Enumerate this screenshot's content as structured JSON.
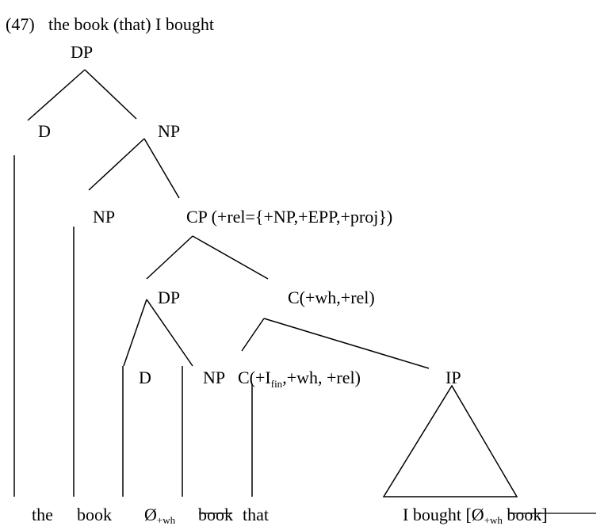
{
  "example": {
    "number": "(47)",
    "phrase": "the book (that) I bought"
  },
  "nodes": {
    "dp_root": "DP",
    "d_top": "D",
    "np_top": "NP",
    "np_head": "NP",
    "cp": "CP (+rel={+NP,+EPP,+proj})",
    "dp_rel": "DP",
    "c_bar": "C(+wh,+rel)",
    "d_rel": "D",
    "np_rel": "NP",
    "c_head_prefix": "C(+I",
    "c_head_sub": "fin",
    "c_head_suffix": ",+wh, +rel)",
    "ip": "IP"
  },
  "words": {
    "the": "the",
    "book": "book",
    "null_op": "Ø",
    "null_op_sub": "+wh",
    "book_deleted": "book",
    "that": "that",
    "ip_string": "I bought [",
    "trace_op": "Ø",
    "trace_op_sub": "+wh",
    "trace_book": " book",
    "close_bracket": "]"
  }
}
